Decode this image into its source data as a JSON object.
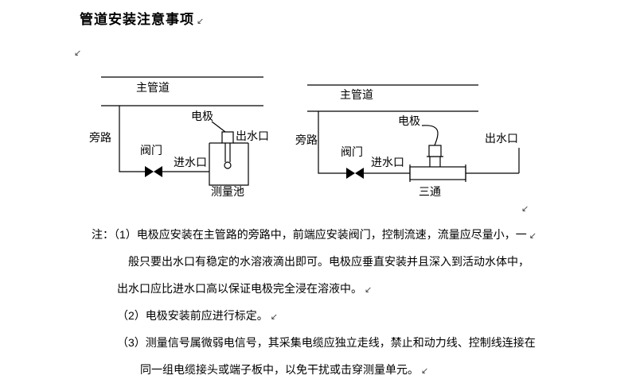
{
  "title": "管道安装注意事项",
  "marks": {
    "line_break": "↙"
  },
  "diagrams": {
    "left": {
      "main_pipe_label": "主管道",
      "bypass_label": "旁路",
      "valve_label": "阀门",
      "electrode_label": "电极",
      "inlet_label": "进水口",
      "outlet_label": "出水口",
      "vessel_label": "测量池"
    },
    "right": {
      "main_pipe_label": "主管道",
      "bypass_label": "旁路",
      "valve_label": "阀门",
      "electrode_label": "电极",
      "inlet_label": "进水口",
      "outlet_label": "出水口",
      "vessel_label": "三通"
    }
  },
  "notes": {
    "lines": [
      {
        "text": "注：（1）电极应安装在主管路的旁路中，前端应安装阀门，控制流速，流量应尽量小，一",
        "mark": "↙"
      },
      {
        "text": "般只要出水口有稳定的水溶液滴出即可。电极应垂直安装并且深入到活动水体中，",
        "mark": ""
      },
      {
        "text": "出水口应比进水口高以保证电极完全浸在溶液中。",
        "mark": "↙"
      },
      {
        "text": "（2）电极安装前应进行标定。",
        "mark": "↙"
      },
      {
        "text": "（3）测量信号属微弱电信号，其采集电缆应独立走线，禁止和动力线、控制线连接在",
        "mark": ""
      },
      {
        "text": "同一组电缆接头或端子板中，以免干扰或击穿测量单元。",
        "mark": "↙"
      }
    ]
  }
}
